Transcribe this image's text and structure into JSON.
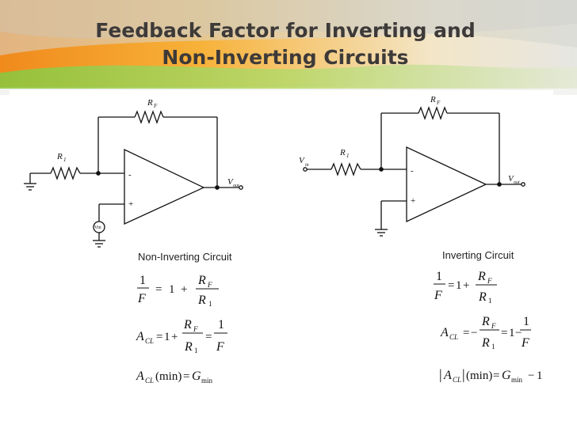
{
  "title": {
    "line1": "Feedback Factor for Inverting and",
    "line2": "Non-Inverting Circuits"
  },
  "left_circuit": {
    "caption": "Non-Inverting Circuit",
    "labels": {
      "r1": "R",
      "r1_sub": "1",
      "rf": "R",
      "rf_sub": "F",
      "vout": "V",
      "vout_sub": "out",
      "vin": "Vin",
      "minus": "-",
      "plus": "+"
    }
  },
  "right_circuit": {
    "caption": "Inverting Circuit",
    "labels": {
      "r1": "R",
      "r1_sub": "1",
      "rf": "R",
      "rf_sub": "F",
      "vout": "V",
      "vout_sub": "out",
      "vin": "V",
      "vin_sub": "in",
      "minus": "-",
      "plus": "+"
    }
  },
  "equations": {
    "one": "1",
    "F": "F",
    "eq": "=",
    "plus": "+",
    "minus": "−",
    "R": "R",
    "sub_F": "F",
    "sub_1": "1",
    "A": "A",
    "sub_CL": "CL",
    "min_text": "(min)",
    "G": "G",
    "sub_min": "min",
    "bar": "|"
  },
  "colors": {
    "ink": "#111111",
    "title": "#3d3a39",
    "orange": "#f0961e",
    "green": "#8fbf3a",
    "gray": "#cfd0cc"
  }
}
